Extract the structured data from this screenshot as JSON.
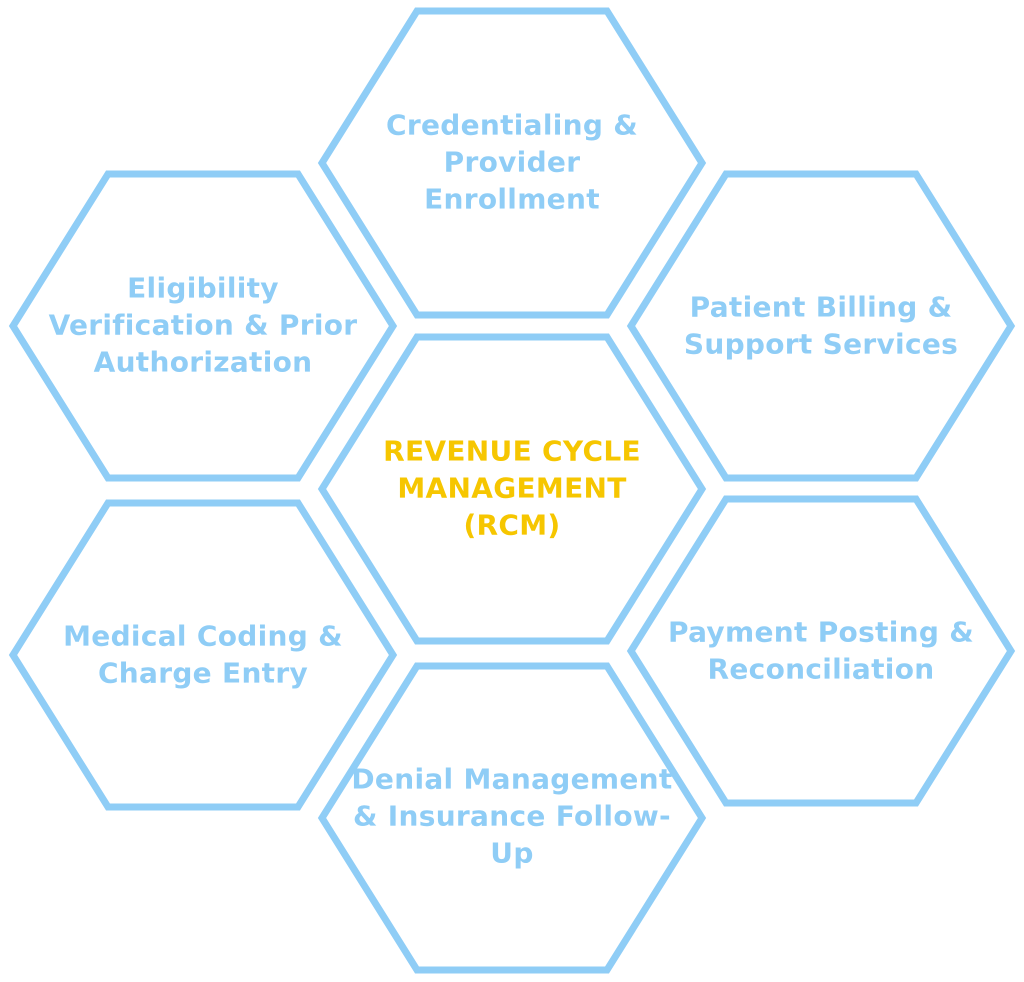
{
  "colors": {
    "hex_stroke": "#8fcdf6",
    "label_text": "#8fcdf6",
    "center_text": "#f6c600"
  },
  "hexagons": [
    {
      "id": "top",
      "lines": [
        "Credentialing &",
        "Provider",
        "Enrollment"
      ]
    },
    {
      "id": "upper-left",
      "lines": [
        "Eligibility",
        "Verification & Prior",
        "Authorization"
      ]
    },
    {
      "id": "upper-right",
      "lines": [
        "Patient Billing &",
        "Support Services"
      ]
    },
    {
      "id": "center",
      "lines": [
        "REVENUE CYCLE",
        "MANAGEMENT",
        "(RCM)"
      ]
    },
    {
      "id": "lower-left",
      "lines": [
        "Medical Coding &",
        "Charge Entry"
      ]
    },
    {
      "id": "lower-right",
      "lines": [
        "Payment Posting &",
        "Reconciliation"
      ]
    },
    {
      "id": "bottom",
      "lines": [
        "Denial Management",
        "& Insurance Follow-",
        "Up"
      ]
    }
  ]
}
